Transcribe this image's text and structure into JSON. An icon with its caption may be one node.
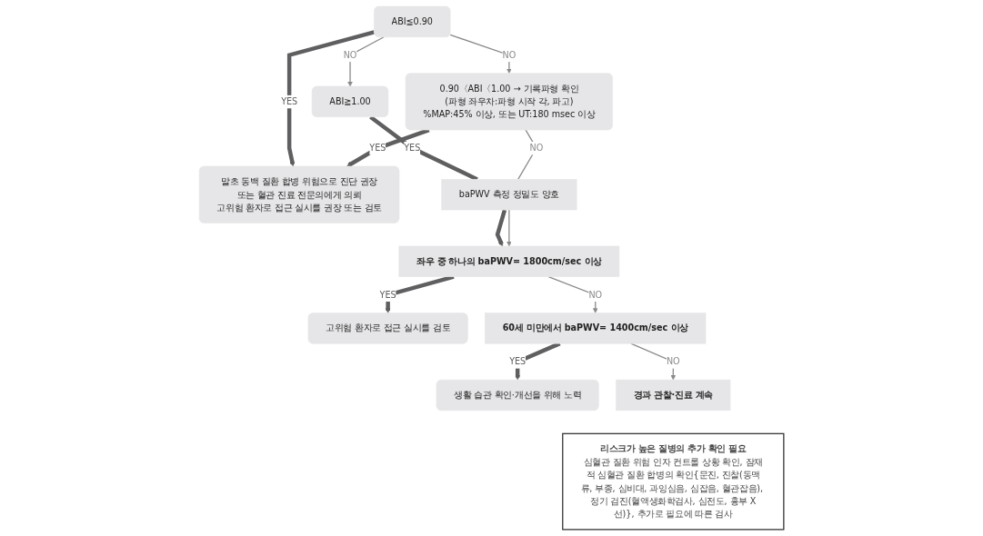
{
  "diagram": {
    "nodes": [
      {
        "text": [
          "ABI≦0.90"
        ]
      },
      {
        "text": [
          "ABI≧1.00"
        ]
      },
      {
        "text": [
          "0.90〈ABI〈1.00 → 기록파형 확인",
          "(파형 좌우차:파형 시작 각, 파고)",
          "%MAP:45% 이상, 또는 UT:180 msec 이상"
        ]
      },
      {
        "text": [
          "말초 동백 질환 합병 위험으로 진단 권장",
          "또는 혈관 진료 전문의에게 의뢰",
          "고위험 환자로 접근 실시를 권장 또는 검토"
        ]
      },
      {
        "text": [
          "baPWV 측정 정밀도 양호"
        ]
      },
      {
        "text": [
          "좌우 중 하나의 baPWV= 1800cm/sec 이상"
        ]
      },
      {
        "text": [
          "고위험 환자로 접근 실시를 검토"
        ]
      },
      {
        "text": [
          "60세 미만에서 baPWV= 1400cm/sec 이상"
        ]
      },
      {
        "text": [
          "생활 습관 확인·개선을 위해 노력"
        ]
      },
      {
        "text": [
          "경과 관찰·진료 계속"
        ]
      },
      {
        "text": [
          "리스크가 높은 질병의 추가 확인 필요",
          "심혈관 질환 위험 인자 컨트롤 상황 확인, 잠재적 심혈관 질환 합병의 확인{문진, 진찰(동맥류, 부종, 심비대, 과잉심음, 심잡음, 혈관잡음), 정기 검진(혈액생화학검사, 심전도, 흉부 X선)}, 추가로 필요에 따른 검사"
        ]
      }
    ],
    "edges": [
      {
        "from": 0,
        "to": 3,
        "arrow": "to",
        "label": "YES",
        "style": "thick"
      },
      {
        "from": 0,
        "to": 1,
        "arrow": "to",
        "label": "NO",
        "color": "#8a8a8c"
      },
      {
        "from": 0,
        "to": 2,
        "arrow": "to",
        "label": "NO",
        "color": "#8a8a8c"
      },
      {
        "from": 2,
        "to": 3,
        "arrow": "to",
        "label": "YES",
        "style": "thick"
      },
      {
        "from": 1,
        "to": 4,
        "arrow": "none",
        "label": "YES",
        "style": "thick"
      },
      {
        "from": 2,
        "to": 4,
        "arrow": "none",
        "label": "NO",
        "color": "#8a8a8c"
      },
      {
        "from": 4,
        "to": 5,
        "arrow": "to",
        "style": "thick"
      },
      {
        "from": 4,
        "to": 5,
        "arrow": "to",
        "color": "#8a8a8c"
      },
      {
        "from": 5,
        "to": 6,
        "arrow": "to",
        "label": "YES",
        "style": "thick"
      },
      {
        "from": 5,
        "to": 7,
        "arrow": "to",
        "label": "NO",
        "color": "#8a8a8c"
      },
      {
        "from": 7,
        "to": 8,
        "arrow": "to",
        "label": "YES",
        "style": "thick"
      },
      {
        "from": 7,
        "to": 9,
        "arrow": "to",
        "label": "NO",
        "color": "#8a8a8c"
      }
    ]
  }
}
